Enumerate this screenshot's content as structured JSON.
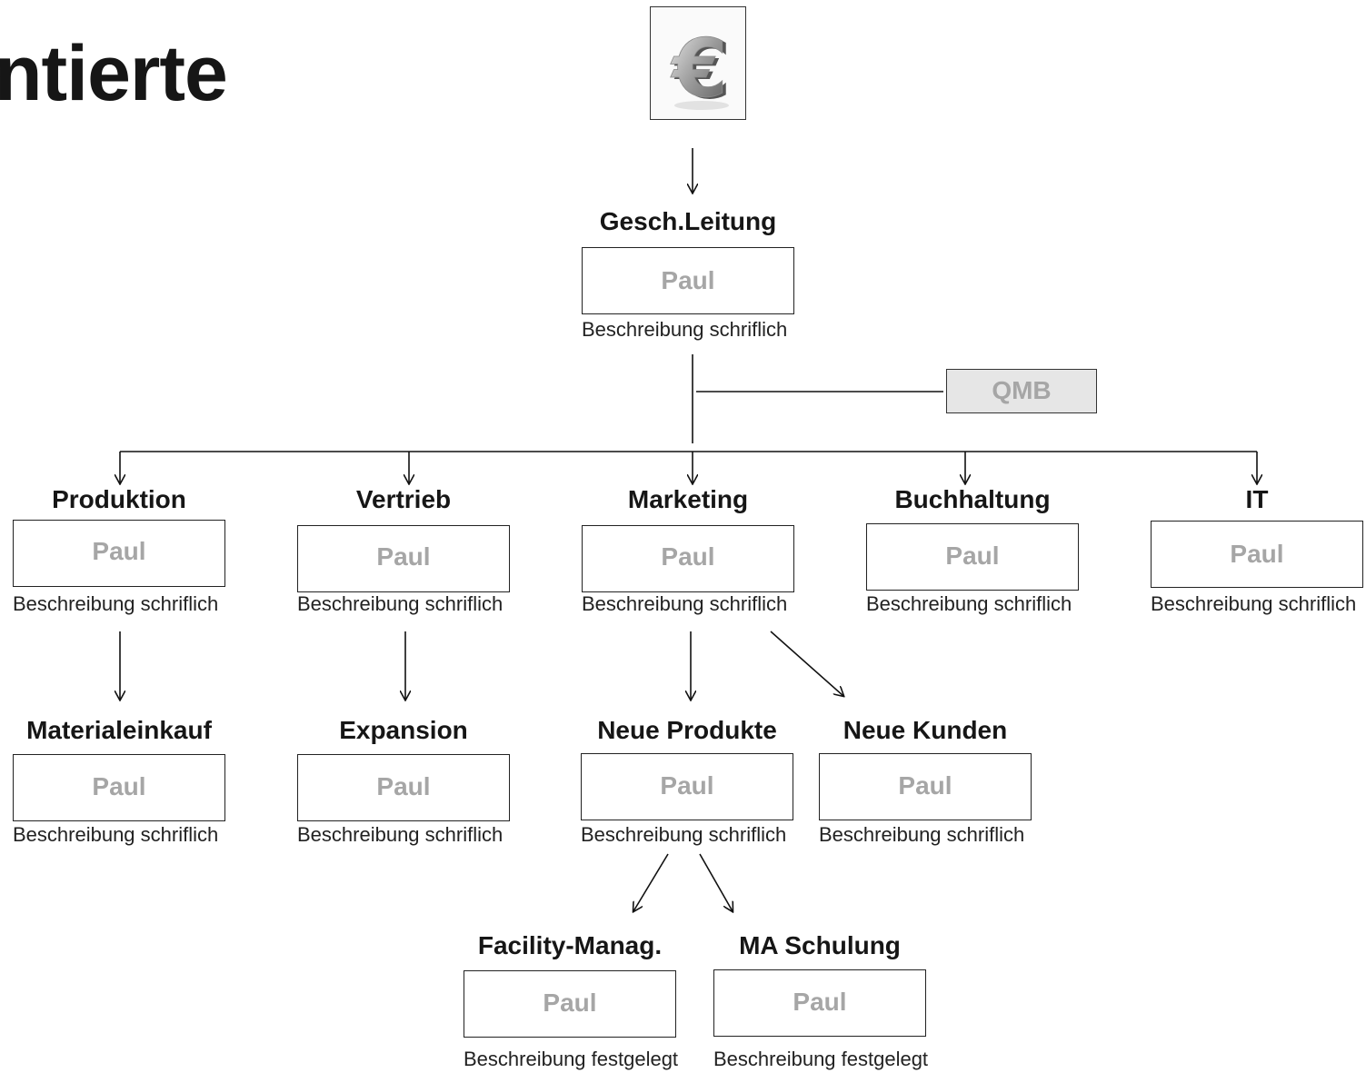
{
  "heading": "ntierte",
  "logo": {
    "icon": "euro-icon",
    "symbol": "€"
  },
  "top": {
    "title": "Gesch.Leitung",
    "person": "Paul",
    "desc": "Beschreibung schriflich"
  },
  "qmb": {
    "label": "QMB"
  },
  "departments": [
    {
      "title": "Produktion",
      "person": "Paul",
      "desc": "Beschreibung schriflich"
    },
    {
      "title": "Vertrieb",
      "person": "Paul",
      "desc": "Beschreibung schriflich"
    },
    {
      "title": "Marketing",
      "person": "Paul",
      "desc": "Beschreibung schriflich"
    },
    {
      "title": "Buchhaltung",
      "person": "Paul",
      "desc": "Beschreibung schriflich"
    },
    {
      "title": "IT",
      "person": "Paul",
      "desc": "Beschreibung schriflich"
    }
  ],
  "subunits": [
    {
      "title": "Materialeinkauf",
      "person": "Paul",
      "desc": "Beschreibung schriflich"
    },
    {
      "title": "Expansion",
      "person": "Paul",
      "desc": "Beschreibung schriflich"
    },
    {
      "title": "Neue Produkte",
      "person": "Paul",
      "desc": "Beschreibung schriflich"
    },
    {
      "title": "Neue Kunden",
      "person": "Paul",
      "desc": "Beschreibung schriflich"
    }
  ],
  "leaves": [
    {
      "title": "Facility-Manag.",
      "person": "Paul",
      "desc": "Beschreibung festgelegt"
    },
    {
      "title": "MA Schulung",
      "person": "Paul",
      "desc": "Beschreibung festgelegt"
    }
  ]
}
